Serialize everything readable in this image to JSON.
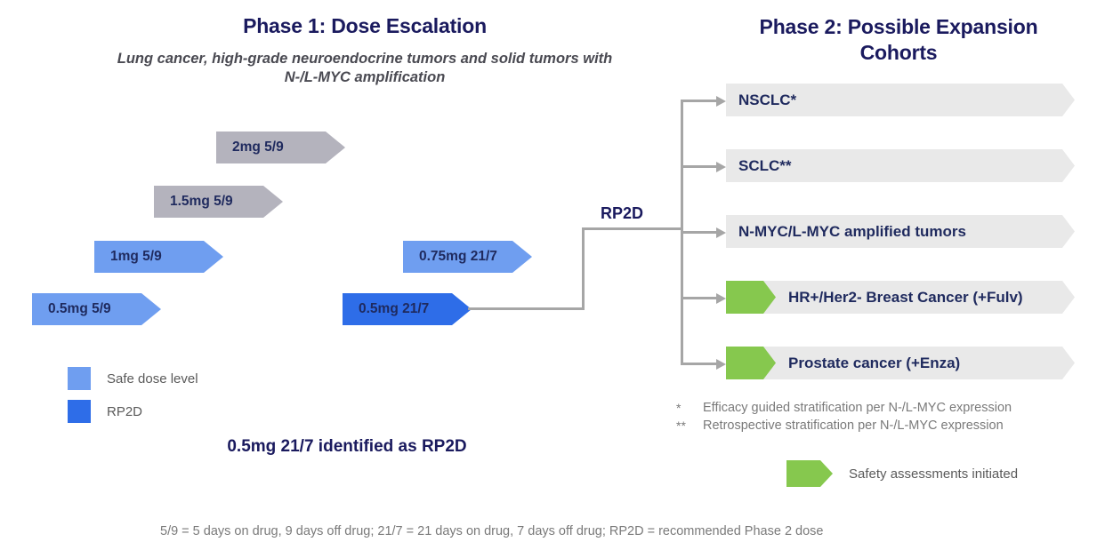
{
  "phase1": {
    "title": "Phase 1: Dose Escalation",
    "subtitle": "Lung cancer, high-grade neuroendocrine tumors and solid tumors with N-/L-MYC amplification",
    "dose_arrows_5_9": [
      {
        "label": "2mg 5/9",
        "type": "unsafe"
      },
      {
        "label": "1.5mg 5/9",
        "type": "unsafe"
      },
      {
        "label": "1mg 5/9",
        "type": "safe"
      },
      {
        "label": "0.5mg 5/9",
        "type": "safe"
      }
    ],
    "dose_arrows_21_7": [
      {
        "label": "0.75mg 21/7",
        "type": "safe"
      },
      {
        "label": "0.5mg 21/7",
        "type": "rp2d"
      }
    ],
    "legend": [
      {
        "label": "Safe dose level",
        "color": "#6f9ef0"
      },
      {
        "label": "RP2D",
        "color": "#2e6de8"
      }
    ],
    "rp2d_statement": "0.5mg 21/7 identified as RP2D"
  },
  "connector": {
    "rp2d_label": "RP2D"
  },
  "phase2": {
    "title_line1": "Phase 2: Possible Expansion",
    "title_line2": "Cohorts",
    "cohorts": [
      {
        "label": "NSCLC*",
        "green": false
      },
      {
        "label": "SCLC**",
        "green": false
      },
      {
        "label": "N-MYC/L-MYC amplified tumors",
        "green": false
      },
      {
        "label": "HR+/Her2- Breast Cancer (+Fulv)",
        "green": true
      },
      {
        "label": "Prostate cancer (+Enza)",
        "green": true
      }
    ],
    "footnotes": [
      {
        "mark": "*",
        "text": "Efficacy guided stratification per N-/L-MYC expression"
      },
      {
        "mark": "**",
        "text": "Retrospective stratification per N-/L-MYC expression"
      }
    ],
    "green_legend": "Safety assessments initiated"
  },
  "bottom_note": "5/9 = 5 days on drug, 9 days off drug; 21/7 = 21 days on drug, 7 days off drug; RP2D = recommended Phase 2 dose",
  "colors": {
    "title_navy": "#1a1a5e",
    "safe_blue": "#6f9ef0",
    "rp2d_blue": "#2e6de8",
    "unsafe_grey": "#b4b3bd",
    "cohort_grey": "#e9e9e9",
    "green": "#86c84e",
    "connector_grey": "#a6a6a6"
  }
}
